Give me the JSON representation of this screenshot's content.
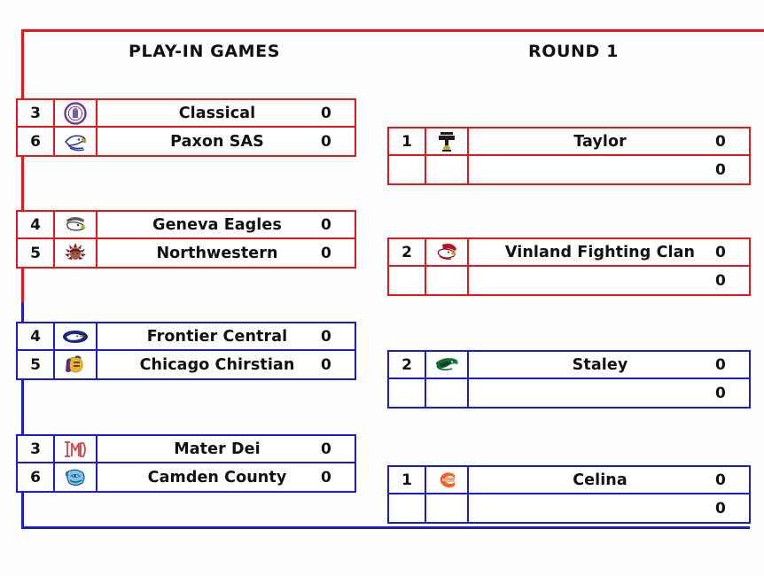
{
  "headers": {
    "play_in": "PLAY-IN GAMES",
    "round_1": "ROUND 1"
  },
  "colors": {
    "red": "#e8161a",
    "blue": "#1c1ccc",
    "text": "#111111",
    "background": "#fdfdfd"
  },
  "play_in_games": [
    {
      "accent": "red",
      "rows": [
        {
          "seed": "3",
          "team": "Classical",
          "score": "0",
          "logo": "classical-seal-logo"
        },
        {
          "seed": "6",
          "team": "Paxon SAS",
          "score": "0",
          "logo": "paxon-eagle-logo"
        }
      ]
    },
    {
      "accent": "red",
      "rows": [
        {
          "seed": "4",
          "team": "Geneva Eagles",
          "score": "0",
          "logo": "geneva-eagle-logo"
        },
        {
          "seed": "5",
          "team": "Northwestern",
          "score": "0",
          "logo": "northwestern-warrior-logo"
        }
      ]
    },
    {
      "accent": "blue",
      "rows": [
        {
          "seed": "4",
          "team": "Frontier Central",
          "score": "0",
          "logo": "frontier-falcon-logo"
        },
        {
          "seed": "5",
          "team": "Chicago Chirstian",
          "score": "0",
          "logo": "chicago-christian-knight-logo"
        }
      ]
    },
    {
      "accent": "blue",
      "rows": [
        {
          "seed": "3",
          "team": "Mater Dei",
          "score": "0",
          "logo": "mater-dei-monogram-logo"
        },
        {
          "seed": "6",
          "team": "Camden County",
          "score": "0",
          "logo": "camden-county-bulldog-logo"
        }
      ]
    }
  ],
  "round_1_games": [
    {
      "accent": "red",
      "rows": [
        {
          "seed": "1",
          "team": "Taylor",
          "score": "0",
          "logo": "taylor-trojan-logo"
        },
        {
          "seed": "",
          "team": "",
          "score": "0",
          "logo": ""
        }
      ]
    },
    {
      "accent": "red",
      "rows": [
        {
          "seed": "2",
          "team": "Vinland Fighting Clan",
          "score": "0",
          "logo": "vinland-warrior-logo"
        },
        {
          "seed": "",
          "team": "",
          "score": "0",
          "logo": ""
        }
      ]
    },
    {
      "accent": "blue",
      "rows": [
        {
          "seed": "2",
          "team": "Staley",
          "score": "0",
          "logo": "staley-falcon-logo"
        },
        {
          "seed": "",
          "team": "",
          "score": "0",
          "logo": ""
        }
      ]
    },
    {
      "accent": "blue",
      "rows": [
        {
          "seed": "1",
          "team": "Celina",
          "score": "0",
          "logo": "celina-bobcats-logo"
        },
        {
          "seed": "",
          "team": "",
          "score": "0",
          "logo": ""
        }
      ]
    }
  ]
}
